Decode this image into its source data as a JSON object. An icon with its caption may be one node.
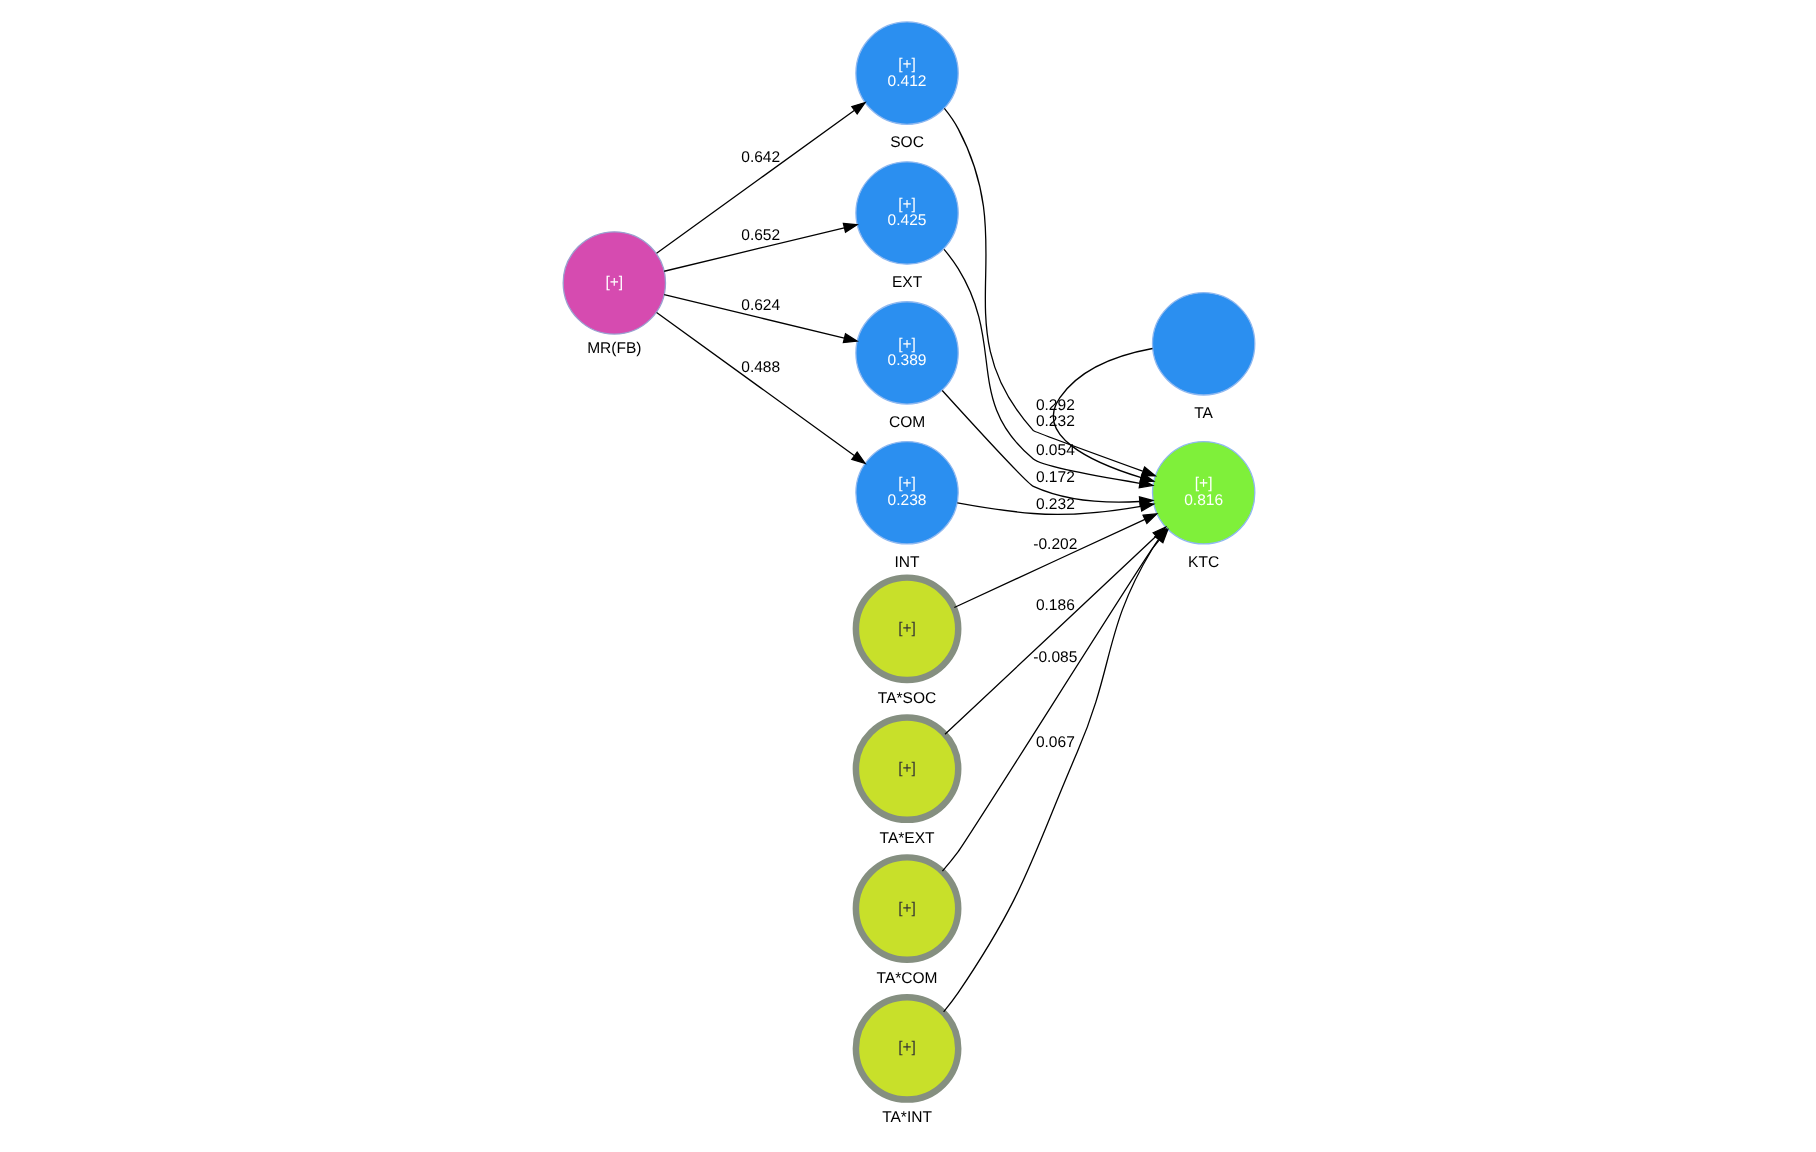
{
  "diagram": {
    "nodes": [
      {
        "text": [
          "[+]"
        ],
        "beside": [
          "MR(FB)"
        ]
      },
      {
        "text": [
          "[+]",
          "0.412"
        ],
        "beside": [
          "SOC"
        ]
      },
      {
        "text": [
          "[+]",
          "0.425"
        ],
        "beside": [
          "EXT"
        ]
      },
      {
        "text": [
          "[+]",
          "0.389"
        ],
        "beside": [
          "COM"
        ]
      },
      {
        "text": [
          "[+]",
          "0.238"
        ],
        "beside": [
          "INT"
        ]
      },
      {
        "text": [],
        "shape": "circle",
        "beside": [
          "TA"
        ]
      },
      {
        "text": [
          "[+]",
          "0.816"
        ],
        "beside": [
          "KTC"
        ]
      },
      {
        "text": [
          "[+]"
        ],
        "beside": [
          "TA*SOC"
        ]
      },
      {
        "text": [
          "[+]"
        ],
        "beside": [
          "TA*EXT"
        ]
      },
      {
        "text": [
          "[+]"
        ],
        "beside": [
          "TA*COM"
        ]
      },
      {
        "text": [
          "[+]"
        ],
        "beside": [
          "TA*INT"
        ]
      }
    ],
    "edges": [
      {
        "from": 0,
        "to": 1,
        "arrow": "to",
        "label": "0.642"
      },
      {
        "from": 0,
        "to": 2,
        "arrow": "to",
        "label": "0.652"
      },
      {
        "from": 0,
        "to": 3,
        "arrow": "to",
        "label": "0.624"
      },
      {
        "from": 0,
        "to": 4,
        "arrow": "to",
        "label": "0.488"
      },
      {
        "from": 1,
        "to": 6,
        "arrow": "to",
        "label": "0.232"
      },
      {
        "from": 2,
        "to": 6,
        "arrow": "to",
        "label": "0.054"
      },
      {
        "from": 3,
        "to": 6,
        "arrow": "to",
        "label": "0.172"
      },
      {
        "from": 4,
        "to": 6,
        "arrow": "to",
        "label": "0.232"
      },
      {
        "from": 5,
        "to": 6,
        "arrow": "to",
        "label": "0.292"
      },
      {
        "from": 7,
        "to": 6,
        "arrow": "to",
        "label": "-0.202"
      },
      {
        "from": 8,
        "to": 6,
        "arrow": "to",
        "label": "0.186"
      },
      {
        "from": 9,
        "to": 6,
        "arrow": "to",
        "label": "-0.085"
      },
      {
        "from": 10,
        "to": 6,
        "arrow": "to",
        "label": "0.067"
      }
    ]
  }
}
